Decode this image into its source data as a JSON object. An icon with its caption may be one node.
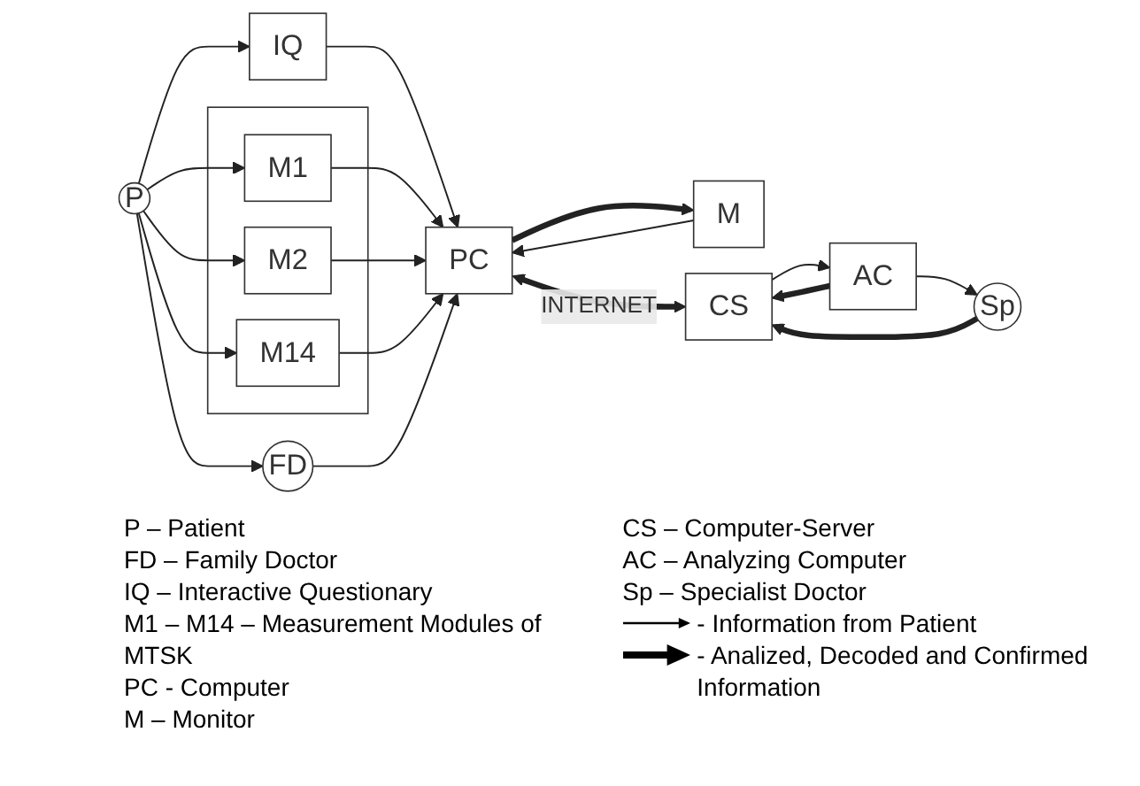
{
  "diagram": {
    "nodes": [
      {
        "text": [
          "P"
        ]
      },
      {
        "text": [
          "IQ"
        ]
      },
      {
        "text": [],
        "shape": "box"
      },
      {
        "text": [
          "M1"
        ],
        "in": 2
      },
      {
        "text": [
          "M2"
        ],
        "in": 2
      },
      {
        "text": [
          "M14"
        ],
        "in": 2
      },
      {
        "text": [
          "FD"
        ]
      },
      {
        "text": [
          "PC"
        ]
      },
      {
        "text": [
          "M"
        ]
      },
      {
        "text": [
          "CS"
        ]
      },
      {
        "text": [
          "AC"
        ]
      },
      {
        "text": [
          "Sp"
        ]
      }
    ],
    "edges": [
      {
        "from": 0,
        "to": 1,
        "arrow": "to"
      },
      {
        "from": 0,
        "to": 3,
        "arrow": "to"
      },
      {
        "from": 0,
        "to": 4,
        "arrow": "to"
      },
      {
        "from": 0,
        "to": 5,
        "arrow": "to"
      },
      {
        "from": 0,
        "to": 6,
        "arrow": "to"
      },
      {
        "from": 1,
        "to": 7,
        "arrow": "to"
      },
      {
        "from": 3,
        "to": 7,
        "arrow": "to"
      },
      {
        "from": 4,
        "to": 7,
        "arrow": "to"
      },
      {
        "from": 5,
        "to": 7,
        "arrow": "to"
      },
      {
        "from": 6,
        "to": 7,
        "arrow": "to"
      },
      {
        "from": 8,
        "to": 7,
        "arrow": "to"
      },
      {
        "from": 7,
        "to": 8,
        "arrow": "to",
        "style": "thick"
      },
      {
        "from": 7,
        "to": 9,
        "arrow": "both",
        "label": "INTERNET",
        "style": "thick"
      },
      {
        "from": 9,
        "to": 10,
        "arrow": "to"
      },
      {
        "from": 10,
        "to": 11,
        "arrow": "to"
      },
      {
        "from": 10,
        "to": 9,
        "arrow": "to",
        "style": "thick"
      },
      {
        "from": 11,
        "to": 9,
        "arrow": "to",
        "style": "thick"
      }
    ],
    "labels": [
      "P – Patient",
      "FD – Family Doctor",
      "IQ – Interactive Questionary",
      "M1 – M14 – Measurement Modules of MTSK",
      "PC - Computer",
      "M – Monitor",
      "CS – Computer-Server",
      "AC – Analyzing Computer",
      "Sp – Specialist Doctor"
    ],
    "legend": [
      {
        "text": "- Information from Patient"
      },
      {
        "text": "- Analized, Decoded and Confirmed Information"
      }
    ]
  }
}
